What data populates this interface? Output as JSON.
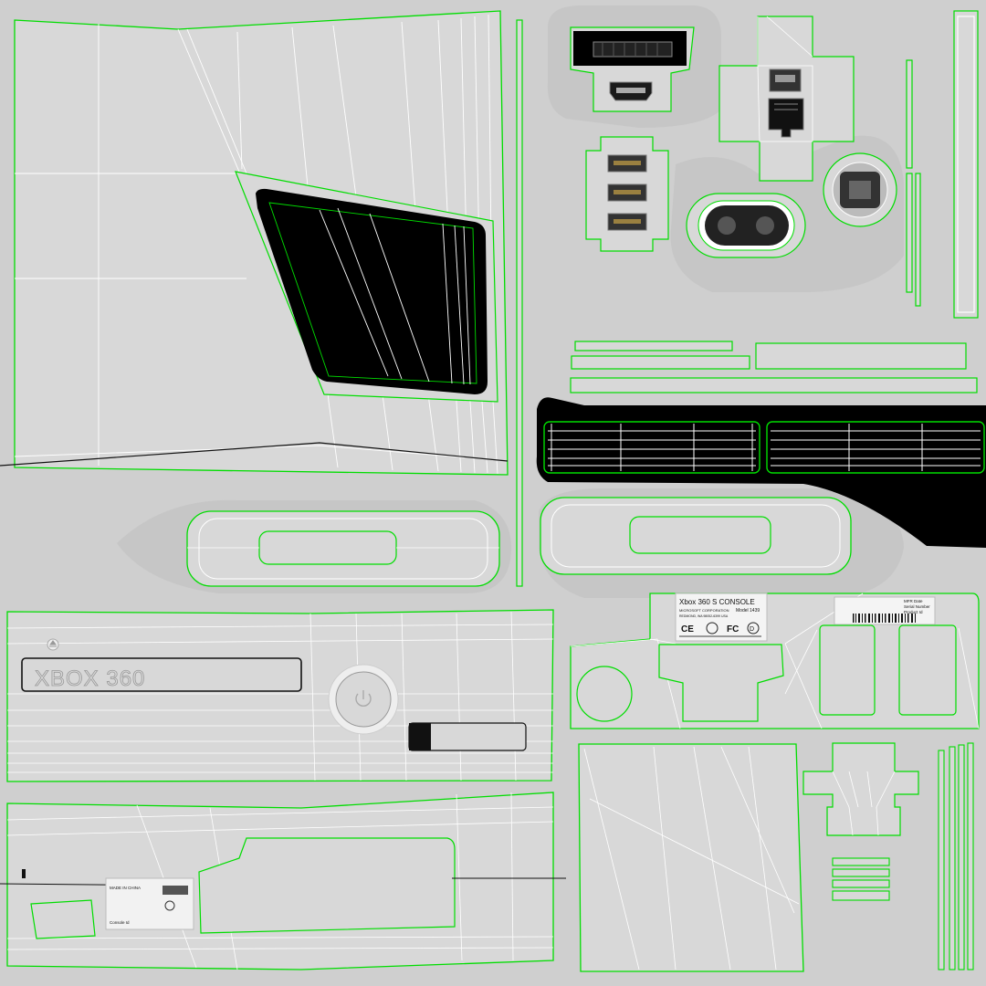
{
  "texture": {
    "colors": {
      "background": "#cfcfcf",
      "island_fill": "#d8d8d8",
      "island_shadow": "#c6c6c6",
      "seam": "#00dd00",
      "wire": "#ffffff",
      "vent": "#000000"
    }
  },
  "front_panel": {
    "logo_text": "XBOX 360"
  },
  "rating_label": {
    "title": "Xbox 360 S CONSOLE",
    "maker": "MICROSOFT CORPORATION",
    "model": "Model 1439",
    "address": "REDMOND, WA 98052-6399 USA",
    "cert_marks": [
      "CE",
      "FC",
      "D"
    ]
  },
  "serial_label": {
    "mfr_date": "MFR Date",
    "serial_number": "Serial Number",
    "product_id": "Product Id"
  },
  "back_label": {
    "small_text": [
      "MADE IN CHINA",
      "Console Id"
    ]
  }
}
